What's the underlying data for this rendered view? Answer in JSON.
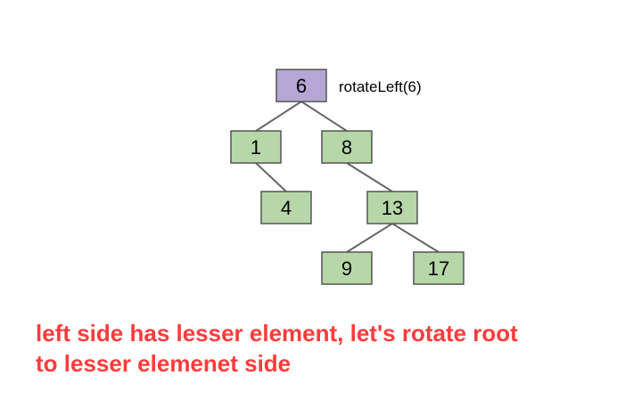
{
  "operation_label": "rotateLeft(6)",
  "caption": {
    "line1": "left side has lesser element, let's rotate root",
    "line2": "to lesser elemenet side",
    "color": "#ff3b3b"
  },
  "colors": {
    "root_fill": "#b4a7d6",
    "node_fill": "#b6d7a8",
    "edge": "#666666"
  },
  "tree": {
    "nodes": [
      {
        "id": "n6",
        "value": "6",
        "role": "root"
      },
      {
        "id": "n1",
        "value": "1",
        "role": "child"
      },
      {
        "id": "n8",
        "value": "8",
        "role": "child"
      },
      {
        "id": "n4",
        "value": "4",
        "role": "child"
      },
      {
        "id": "n13",
        "value": "13",
        "role": "child"
      },
      {
        "id": "n9",
        "value": "9",
        "role": "child"
      },
      {
        "id": "n17",
        "value": "17",
        "role": "child"
      }
    ],
    "edges": [
      [
        "n6",
        "n1"
      ],
      [
        "n6",
        "n8"
      ],
      [
        "n1",
        "n4"
      ],
      [
        "n8",
        "n13"
      ],
      [
        "n13",
        "n9"
      ],
      [
        "n13",
        "n17"
      ]
    ]
  }
}
